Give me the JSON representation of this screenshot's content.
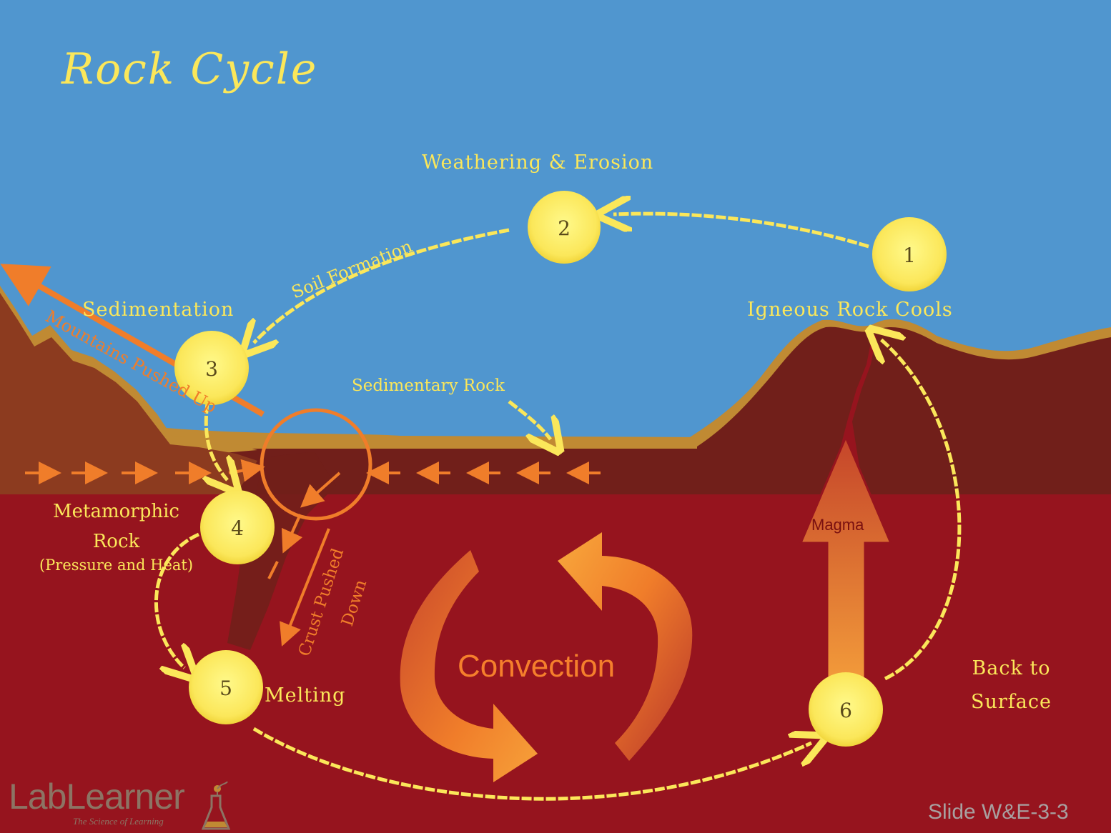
{
  "title": "Rock Cycle",
  "steps": {
    "s1": {
      "number": "1",
      "label": "Igneous Rock Cools"
    },
    "s2": {
      "number": "2",
      "label": "Weathering & Erosion"
    },
    "s3": {
      "number": "3",
      "label": "Sedimentation"
    },
    "s4": {
      "number": "4",
      "label_line1": "Metamorphic",
      "label_line2": "Rock",
      "label_line3": "(Pressure and Heat)"
    },
    "s5": {
      "number": "5",
      "label": "Melting"
    },
    "s6": {
      "number": "6",
      "label_line1": "Back to",
      "label_line2": "Surface"
    }
  },
  "annotations": {
    "soil_formation": "Soil Formation",
    "sedimentary_rock": "Sedimentary Rock",
    "mountains_pushed_up": "Mountains Pushed Up",
    "crust_pushed_down_line1": "Crust Pushed",
    "crust_pushed_down_line2": "Down",
    "convection": "Convection",
    "magma": "Magma"
  },
  "footer": {
    "logo_name": "LabLearner",
    "logo_tagline": "The Science of Learning",
    "slide_id": "Slide W&E-3-3"
  },
  "colors": {
    "sky": "#5096cf",
    "mantle": "#96141e",
    "crust": "#711f1a",
    "sediment": "#c08a33",
    "chalk_yellow": "#fbe75a",
    "arrow_orange": "#f07d2a"
  }
}
